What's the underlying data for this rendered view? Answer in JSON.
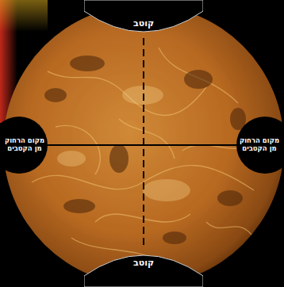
{
  "diagram": {
    "nodes": [
      {
        "text": [
          "קוטב"
        ]
      },
      {
        "text": [
          "מקום הרחוק מן הקטבים"
        ]
      },
      {
        "text": [
          "מקום הרחוק מן הקטבים"
        ]
      },
      {
        "text": [
          "קוטב"
        ]
      }
    ],
    "edges": [
      {
        "from": 0,
        "to": 3,
        "arrow": "none"
      },
      {
        "from": 1,
        "to": 2,
        "arrow": "none"
      }
    ]
  }
}
